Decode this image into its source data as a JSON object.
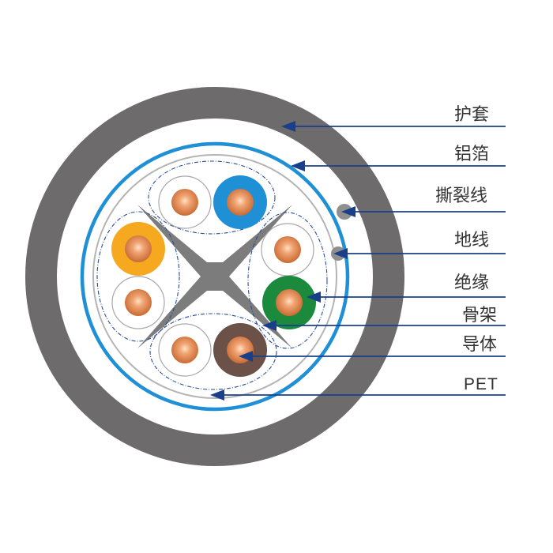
{
  "labels": {
    "jacket": "护套",
    "foil": "铝箔",
    "ripcord": "撕裂线",
    "drain": "地线",
    "insulation": "绝缘",
    "spline": "骨架",
    "conductor": "导体",
    "pet": "PET"
  },
  "colors": {
    "jacket": "#6d6b6c",
    "foil": "#1f8fd6",
    "leader": "#1a3f8a",
    "copper": "#d9824a",
    "pair_blue": "#1f8fd6",
    "pair_orange": "#f6a81f",
    "pair_green": "#1b8a3c",
    "pair_brown": "#6b5148",
    "spline": "#7c7c7c"
  }
}
